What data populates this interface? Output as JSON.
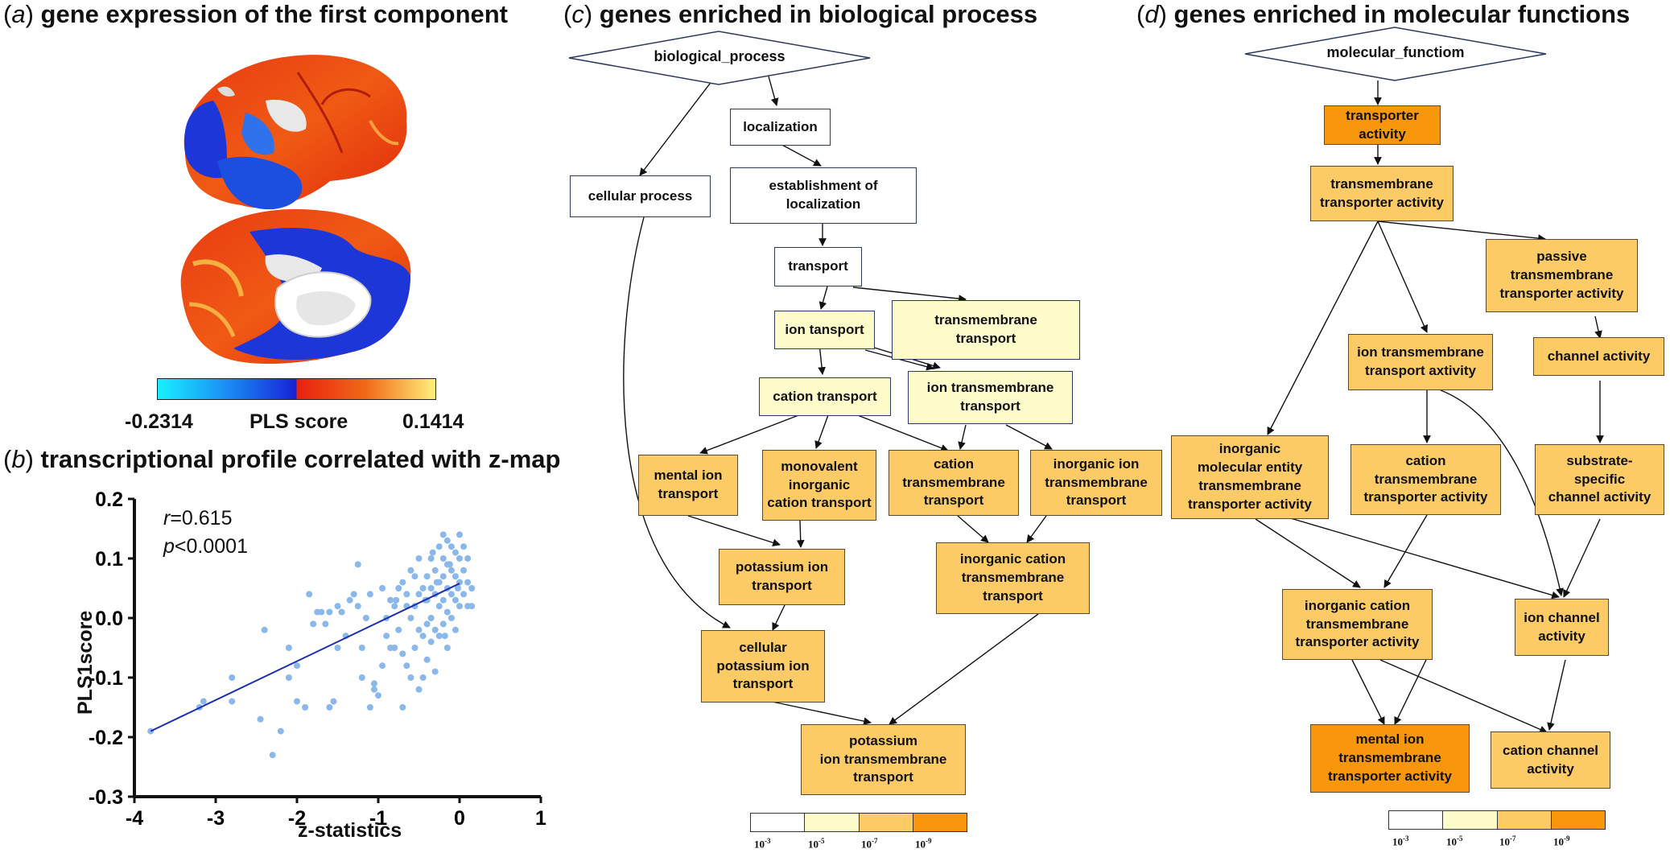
{
  "panel_a": {
    "letter": "a",
    "title": "gene expression of the first component",
    "colorbar": {
      "min_label": "-0.2314",
      "label": "PLS score",
      "max_label": "0.1414",
      "colors": [
        "#18f0ff",
        "#1a5ff0",
        "#1622d6",
        "#e82010",
        "#f07018",
        "#fff07a"
      ]
    }
  },
  "panel_b": {
    "letter": "b",
    "title": "transcriptional profile correlated with z-map",
    "stat_r_symbol": "r",
    "stat_r_value": "=0.615",
    "stat_p_symbol": "p",
    "stat_p_value": "<0.0001"
  },
  "panel_c": {
    "letter": "c",
    "title": "genes enriched in biological process",
    "root": "biological_process",
    "nodes": {
      "localization": "localization",
      "cellular_process": "cellular process",
      "establishment": "establishment of\nlocalization",
      "transport": "transport",
      "ion_transport": "ion tansport",
      "tm_transport": "transmembrane\ntransport",
      "cation_transport": "cation transport",
      "ion_tm_transport": "ion transmembrane\ntransport",
      "mental_ion": "mental ion\ntransport",
      "monovalent": "monovalent\ninorganic\ncation transport",
      "cation_tm": "cation\ntransmembrane\ntransport",
      "inorganic_ion_tm": "inorganic ion\ntransmembrane\ntransport",
      "potassium_ion": "potassium ion\ntransport",
      "inorganic_cation_tm": "inorganic cation\ntransmembrane\ntransport",
      "cellular_potassium": "cellular\npotassium ion\ntransport",
      "potassium_tm": "potassium\nion transmembrane\ntransport"
    }
  },
  "panel_d": {
    "letter": "d",
    "title": "genes enriched in molecular functions",
    "root": "molecular_functiom",
    "nodes": {
      "transporter": "transporter activity",
      "tm_transporter": "transmembrane\ntransporter activity",
      "passive": "passive\ntransmembrane\ntransporter activity",
      "ion_tm_transport": "ion transmembrane\ntransport axtivity",
      "channel": "channel activity",
      "inorganic_molecular": "inorganic\nmolecular entity\ntransmembrane\ntransporter activity",
      "cation_tm_transporter": "cation\ntransmembrane\ntransporter activity",
      "substrate": "substrate-\nspecific\nchannel activity",
      "inorganic_cation_tm": "inorganic cation\ntransmembrane\ntransporter activity",
      "ion_channel": "ion channel\nactivity",
      "mental_ion_tm": "mental ion\ntransmembrane\ntransporter activity",
      "cation_channel": "cation channel\nactivity"
    }
  },
  "legend": {
    "labels": [
      {
        "base": "10",
        "exp": "-3"
      },
      {
        "base": "10",
        "exp": "-5"
      },
      {
        "base": "10",
        "exp": "-7"
      },
      {
        "base": "10",
        "exp": "-9"
      }
    ],
    "colors": [
      "#ffffff",
      "#fffccc",
      "#fccb66",
      "#f8960c"
    ]
  },
  "chart_data": {
    "type": "scatter",
    "xlabel": "z-statistics",
    "ylabel": "PLS1score",
    "xlim": [
      -4,
      1
    ],
    "ylim": [
      -0.3,
      0.2
    ],
    "xticks": [
      -4,
      -3,
      -2,
      -1,
      0,
      1
    ],
    "yticks": [
      -0.3,
      -0.2,
      -0.1,
      0.0,
      0.1,
      0.2
    ],
    "ytick_labels": [
      "-0.3",
      "-0.2",
      "-0.1",
      "0.0",
      "0.1",
      "0.2"
    ],
    "fit_line": {
      "x": [
        -3.8,
        0.0
      ],
      "y": [
        -0.19,
        0.058
      ],
      "color": "#1a2fb0"
    },
    "point_color": "#8ab8ea",
    "points": [
      [
        -3.8,
        -0.19
      ],
      [
        -3.2,
        -0.15
      ],
      [
        -3.15,
        -0.14
      ],
      [
        -2.8,
        -0.1
      ],
      [
        -2.8,
        -0.14
      ],
      [
        -2.45,
        -0.17
      ],
      [
        -2.3,
        -0.23
      ],
      [
        -2.4,
        -0.02
      ],
      [
        -2.2,
        -0.19
      ],
      [
        -2.1,
        -0.1
      ],
      [
        -2.0,
        -0.08
      ],
      [
        -2.1,
        -0.05
      ],
      [
        -2.0,
        -0.14
      ],
      [
        -1.85,
        0.04
      ],
      [
        -1.8,
        -0.01
      ],
      [
        -1.9,
        -0.15
      ],
      [
        -1.75,
        0.01
      ],
      [
        -1.7,
        0.01
      ],
      [
        -1.65,
        -0.01
      ],
      [
        -1.6,
        -0.15
      ],
      [
        -1.6,
        0.01
      ],
      [
        -1.55,
        -0.14
      ],
      [
        -1.5,
        -0.05
      ],
      [
        -1.45,
        0.01
      ],
      [
        -1.4,
        -0.03
      ],
      [
        -1.35,
        0.03
      ],
      [
        -1.3,
        0.04
      ],
      [
        -1.25,
        0.09
      ],
      [
        -1.2,
        -0.05
      ],
      [
        -1.2,
        -0.1
      ],
      [
        -1.15,
        0.0
      ],
      [
        -1.1,
        -0.15
      ],
      [
        -1.05,
        -0.12
      ],
      [
        -1.05,
        -0.11
      ],
      [
        -1.0,
        -0.13
      ],
      [
        -0.95,
        -0.08
      ],
      [
        -0.9,
        0.0
      ],
      [
        -0.9,
        -0.03
      ],
      [
        -0.85,
        0.03
      ],
      [
        -0.8,
        0.02
      ],
      [
        -0.8,
        -0.05
      ],
      [
        -0.75,
        0.05
      ],
      [
        -0.75,
        -0.02
      ],
      [
        -0.7,
        0.06
      ],
      [
        -0.7,
        -0.06
      ],
      [
        -0.7,
        -0.15
      ],
      [
        -0.65,
        0.02
      ],
      [
        -0.65,
        -0.08
      ],
      [
        -0.6,
        0.08
      ],
      [
        -0.6,
        0.0
      ],
      [
        -0.6,
        -0.1
      ],
      [
        -0.55,
        0.02
      ],
      [
        -0.55,
        -0.05
      ],
      [
        -0.5,
        0.1
      ],
      [
        -0.5,
        0.04
      ],
      [
        -0.5,
        -0.02
      ],
      [
        -0.5,
        -0.12
      ],
      [
        -0.45,
        0.05
      ],
      [
        -0.45,
        -0.03
      ],
      [
        -0.45,
        -0.1
      ],
      [
        -0.4,
        0.07
      ],
      [
        -0.4,
        0.03
      ],
      [
        -0.4,
        -0.01
      ],
      [
        -0.4,
        -0.07
      ],
      [
        -0.35,
        0.1
      ],
      [
        -0.35,
        0.05
      ],
      [
        -0.35,
        0.0
      ],
      [
        -0.35,
        -0.04
      ],
      [
        -0.3,
        0.08
      ],
      [
        -0.3,
        0.04
      ],
      [
        -0.3,
        -0.02
      ],
      [
        -0.3,
        -0.09
      ],
      [
        -0.25,
        0.12
      ],
      [
        -0.25,
        0.06
      ],
      [
        -0.25,
        0.02
      ],
      [
        -0.25,
        -0.03
      ],
      [
        -0.2,
        0.14
      ],
      [
        -0.2,
        0.1
      ],
      [
        -0.2,
        0.07
      ],
      [
        -0.2,
        0.03
      ],
      [
        -0.2,
        -0.01
      ],
      [
        -0.15,
        0.13
      ],
      [
        -0.15,
        0.09
      ],
      [
        -0.15,
        0.05
      ],
      [
        -0.15,
        0.01
      ],
      [
        -0.15,
        -0.05
      ],
      [
        -0.1,
        0.12
      ],
      [
        -0.1,
        0.08
      ],
      [
        -0.1,
        0.04
      ],
      [
        -0.1,
        0.0
      ],
      [
        -0.05,
        0.11
      ],
      [
        -0.05,
        0.07
      ],
      [
        -0.05,
        0.03
      ],
      [
        -0.05,
        -0.02
      ],
      [
        0.0,
        0.14
      ],
      [
        0.0,
        0.1
      ],
      [
        0.0,
        0.06
      ],
      [
        0.0,
        0.02
      ],
      [
        0.05,
        0.12
      ],
      [
        0.05,
        0.08
      ],
      [
        0.05,
        0.04
      ],
      [
        0.1,
        0.1
      ],
      [
        0.1,
        0.06
      ],
      [
        0.1,
        0.02
      ],
      [
        0.15,
        0.05
      ],
      [
        0.15,
        0.02
      ],
      [
        -0.55,
        0.07
      ],
      [
        -0.85,
        -0.05
      ],
      [
        -1.25,
        0.02
      ],
      [
        -1.5,
        0.02
      ],
      [
        -0.95,
        0.05
      ],
      [
        -0.65,
        0.04
      ],
      [
        -0.28,
        0.06
      ],
      [
        -0.12,
        0.09
      ],
      [
        -0.02,
        0.05
      ],
      [
        -0.42,
        0.03
      ],
      [
        -0.78,
        0.03
      ],
      [
        -1.1,
        0.04
      ],
      [
        -0.18,
        -0.03
      ],
      [
        -0.33,
        0.11
      ]
    ]
  }
}
